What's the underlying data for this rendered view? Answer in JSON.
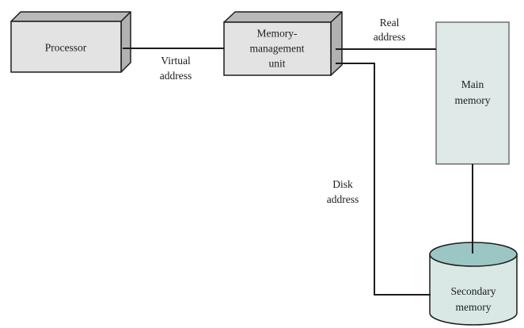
{
  "figure": {
    "background": "#ffffff",
    "text_color": "#1c1c1c",
    "nodes": {
      "processor": {
        "label_lines": [
          "Processor"
        ],
        "front_color": "#e3e3e3",
        "top_color": "#b9b9b9",
        "side_color": "#b1b1b1"
      },
      "memory_management_unit": {
        "label_lines": [
          "Memory-",
          "management",
          "unit"
        ],
        "front_color": "#e3e3e3",
        "top_color": "#b9b9b9",
        "side_color": "#b1b1b1"
      },
      "main_memory": {
        "label_lines": [
          "Main",
          "memory"
        ],
        "fill_color": "#dfe9e7",
        "border_color": "#6f6f6f"
      },
      "secondary_memory": {
        "label_lines": [
          "Secondary",
          "memory"
        ],
        "body_color": "#d9e8e4",
        "top_color": "#9cc6c3",
        "border_color": "#1c1c1c"
      }
    },
    "connections": {
      "line_color": "#1c1c1c",
      "virtual_address": {
        "label_lines": [
          "Virtual",
          "address"
        ]
      },
      "real_address": {
        "label_lines": [
          "Real",
          "address"
        ]
      },
      "disk_address": {
        "label_lines": [
          "Disk",
          "address"
        ]
      }
    }
  }
}
